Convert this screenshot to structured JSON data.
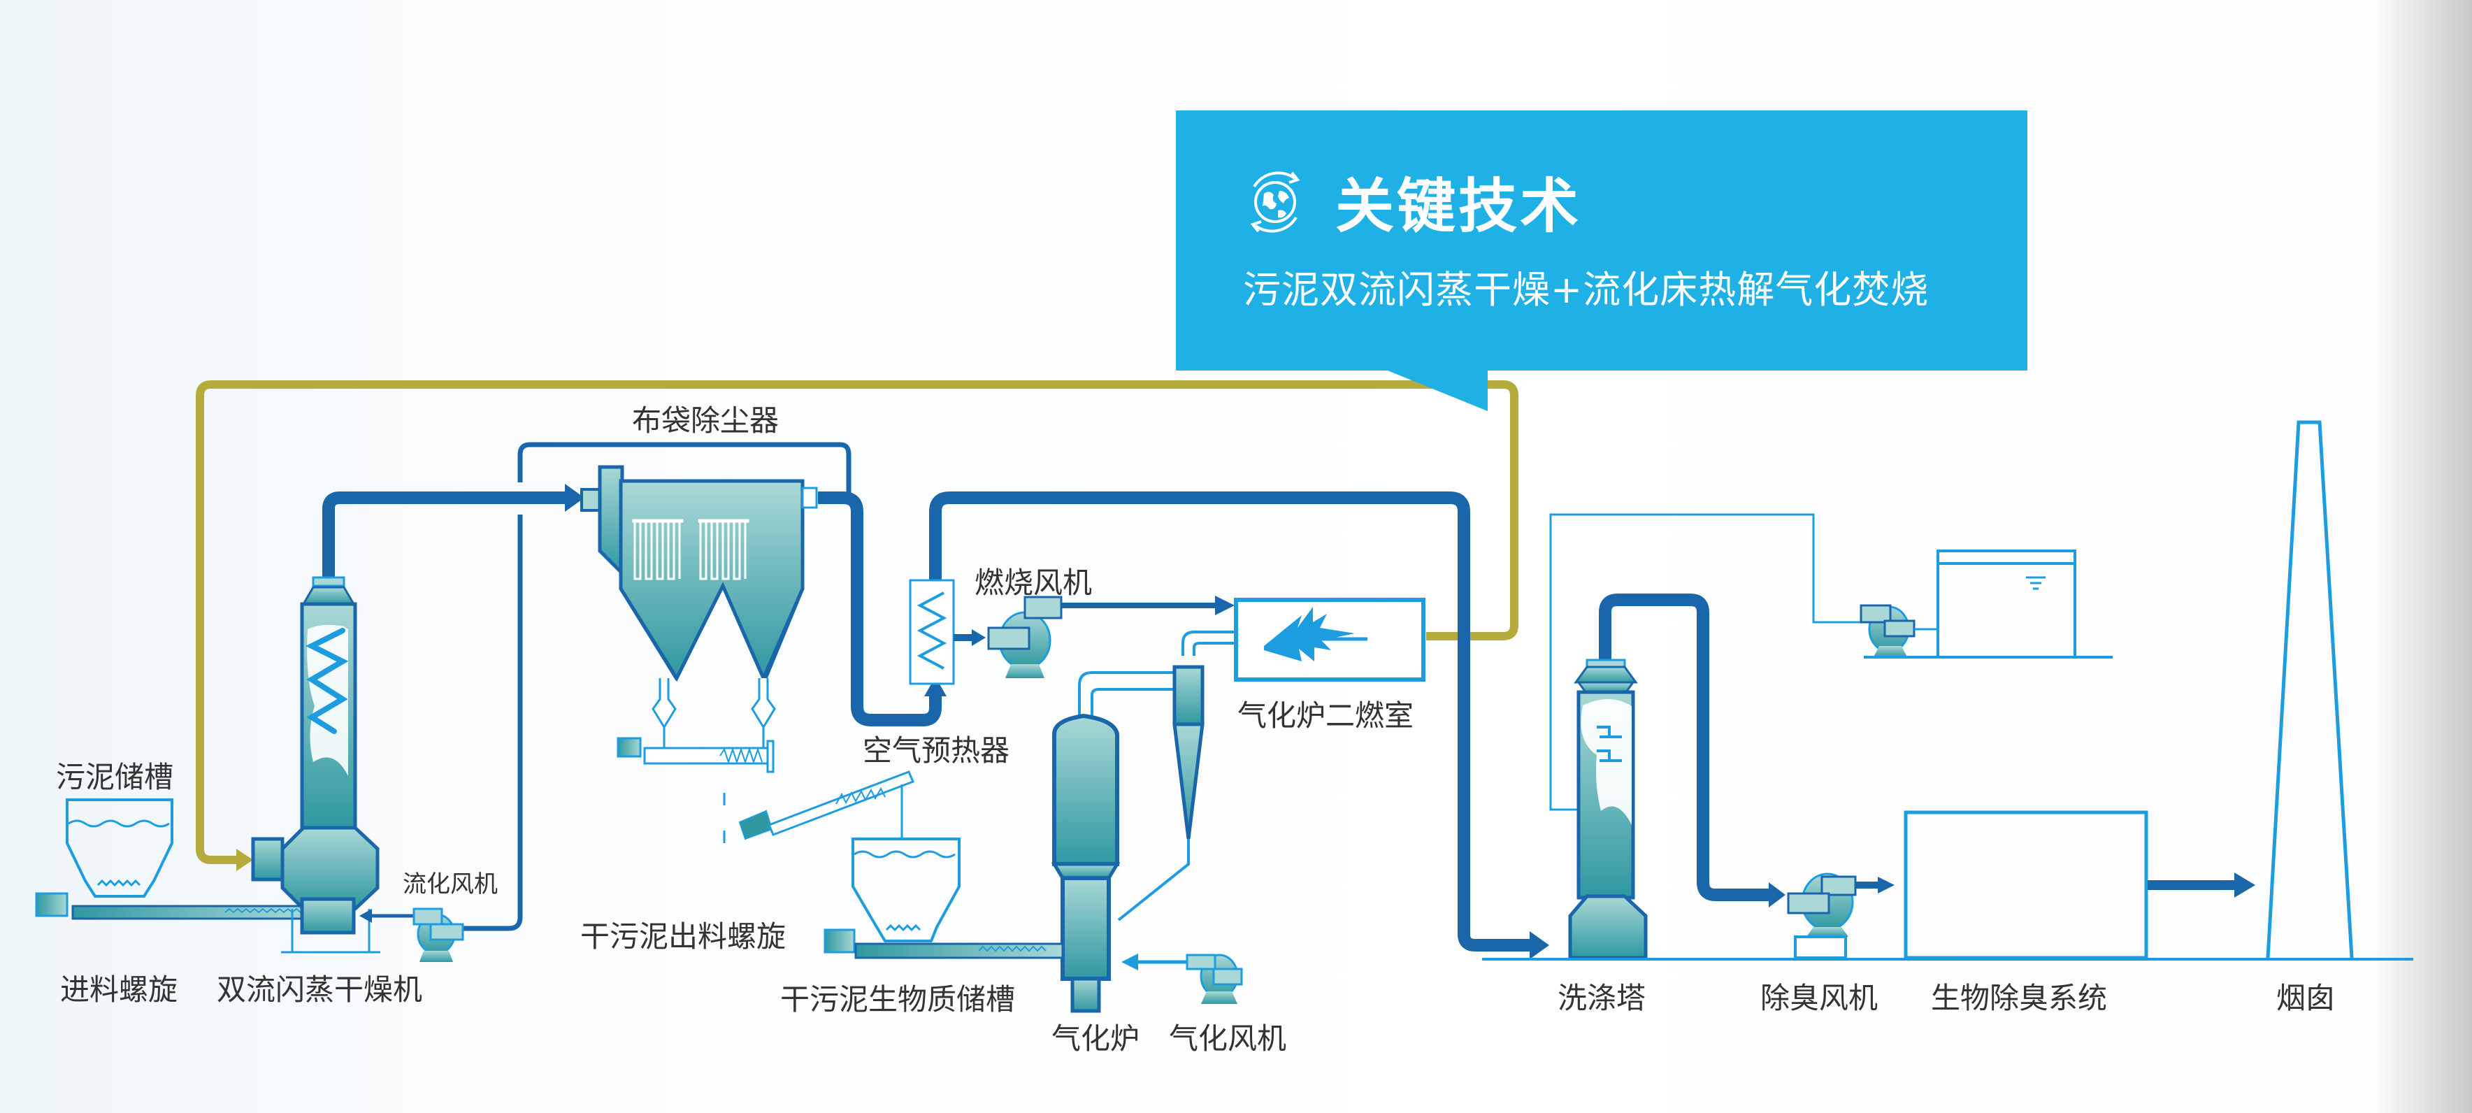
{
  "callout": {
    "icon": "globe-recycle-icon",
    "title": "关键技术",
    "subtitle": "污泥双流闪蒸干燥+流化床热解气化焚烧"
  },
  "colors": {
    "pipe_main": "#1a66aa",
    "pipe_light": "#1d9de0",
    "pipe_return": "#b5aa3c",
    "equipment_fill_top": "#a7d6d5",
    "equipment_fill_bottom": "#2f97a0",
    "callout_bg": "#1fb0e6"
  },
  "labels": {
    "sludge_tank": "污泥储槽",
    "feed_screw": "进料螺旋",
    "dryer": "双流闪蒸干燥机",
    "fluid_fan": "流化风机",
    "bag_filter": "布袋除尘器",
    "air_preheater": "空气预热器",
    "combustion_fan": "燃烧风机",
    "secondary_chamber": "气化炉二燃室",
    "dry_sludge_screw": "干污泥出料螺旋",
    "biomass_tank": "干污泥生物质储槽",
    "gasifier": "气化炉",
    "gasifier_fan": "气化风机",
    "scrubber": "洗涤塔",
    "deodor_fan": "除臭风机",
    "bio_deodor": "生物除臭系统",
    "chimney": "烟囱"
  }
}
